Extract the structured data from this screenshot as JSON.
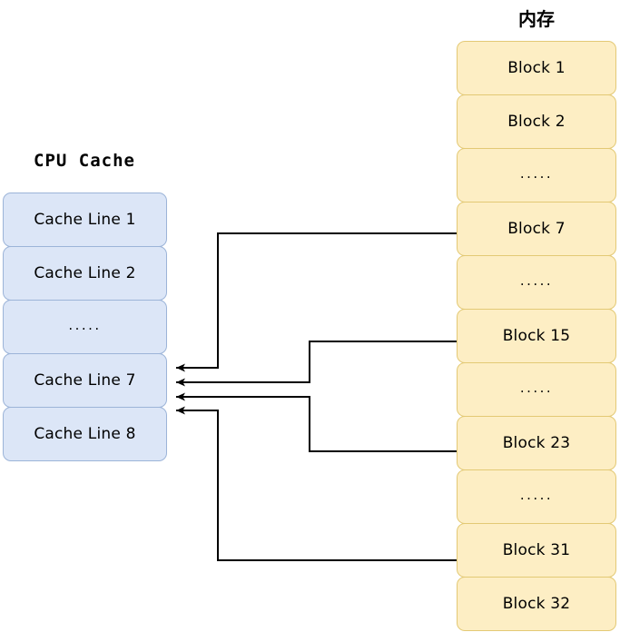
{
  "diagram": {
    "title_left": "CPU Cache",
    "title_right": "内存",
    "colors": {
      "cache_fill": "#dce6f7",
      "cache_border": "#9cb4d8",
      "memory_fill": "#fdeec4",
      "memory_border": "#e3c975",
      "connector": "#000000",
      "background": "#ffffff"
    },
    "cache": {
      "label": "CPU Cache",
      "cells": [
        {
          "text": "Cache Line 1",
          "kind": "item"
        },
        {
          "text": "Cache Line 2",
          "kind": "item"
        },
        {
          "text": ".....",
          "kind": "ellipsis"
        },
        {
          "text": "Cache Line 7",
          "kind": "item"
        },
        {
          "text": "Cache Line 8",
          "kind": "item"
        }
      ]
    },
    "memory": {
      "label": "内存",
      "cells": [
        {
          "text": "Block 1",
          "kind": "item"
        },
        {
          "text": "Block 2",
          "kind": "item"
        },
        {
          "text": ".....",
          "kind": "ellipsis"
        },
        {
          "text": "Block 7",
          "kind": "item"
        },
        {
          "text": ".....",
          "kind": "ellipsis"
        },
        {
          "text": "Block 15",
          "kind": "item"
        },
        {
          "text": ".....",
          "kind": "ellipsis"
        },
        {
          "text": "Block 23",
          "kind": "item"
        },
        {
          "text": ".....",
          "kind": "ellipsis"
        },
        {
          "text": "Block 31",
          "kind": "item"
        },
        {
          "text": "Block 32",
          "kind": "item"
        }
      ]
    },
    "connections": [
      {
        "from": "Block 7",
        "to": "Cache Line 7",
        "arrow": "Cache Line 7"
      },
      {
        "from": "Block 15",
        "to": "Cache Line 7",
        "arrow": "Cache Line 7"
      },
      {
        "from": "Block 23",
        "to": "Cache Line 7",
        "arrow": "Cache Line 7"
      },
      {
        "from": "Block 31",
        "to": "Cache Line 7",
        "arrow": "Cache Line 7"
      }
    ]
  }
}
